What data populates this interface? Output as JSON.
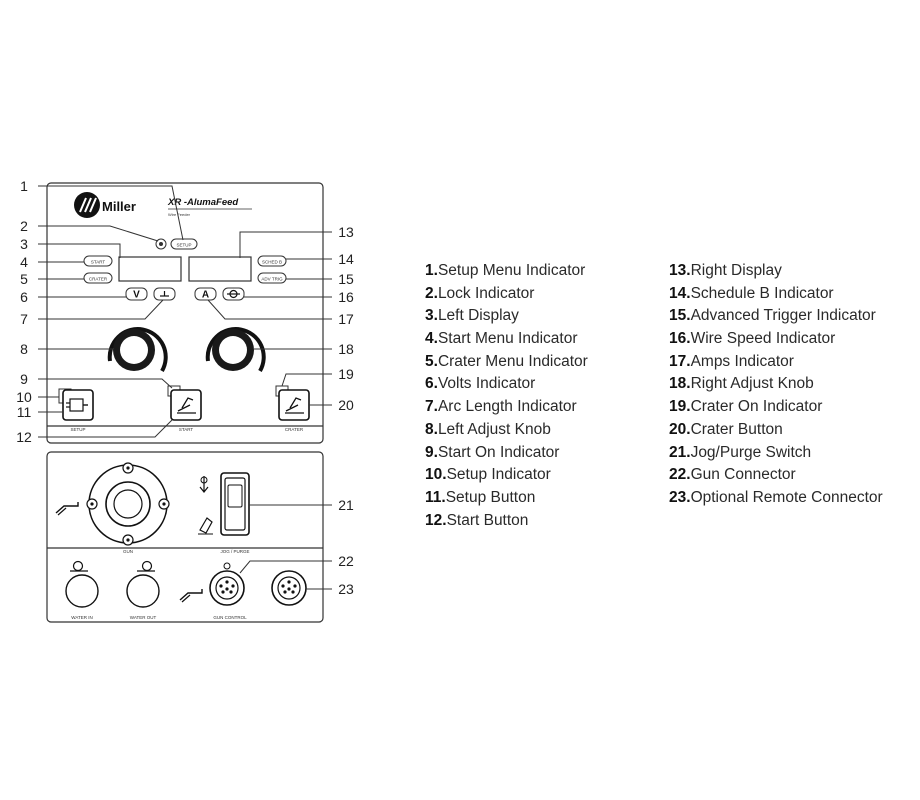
{
  "panel": {
    "logo_text": "Miller",
    "model_text": "XR -AlumaFeed",
    "model_sub": "Wire Feeder",
    "buttons": {
      "setup_tag": "SETUP",
      "start_tag": "START",
      "crater_tag": "CRATER",
      "sched_b_tag": "SCHED B",
      "adv_trig_tag": "ADV TRIG",
      "setup_label": "SETUP",
      "start_label": "START",
      "crater_label": "CRATER"
    },
    "lower": {
      "gun_label": "GUN",
      "jog_label": "JOG / PURGE",
      "water_in_label": "WATER IN",
      "water_out_label": "WATER OUT",
      "gun_control_label": "GUN CONTROL"
    }
  },
  "callouts": [
    "1",
    "2",
    "3",
    "4",
    "5",
    "6",
    "7",
    "8",
    "9",
    "10",
    "11",
    "12",
    "13",
    "14",
    "15",
    "16",
    "17",
    "18",
    "19",
    "20",
    "21",
    "22",
    "23"
  ],
  "legend": {
    "col1": [
      {
        "num": "1.",
        "label": "Setup Menu Indicator"
      },
      {
        "num": "2.",
        "label": "Lock Indicator"
      },
      {
        "num": "3.",
        "label": "Left Display"
      },
      {
        "num": "4.",
        "label": "Start Menu Indicator"
      },
      {
        "num": "5.",
        "label": "Crater Menu Indicator"
      },
      {
        "num": "6.",
        "label": "Volts Indicator"
      },
      {
        "num": "7.",
        "label": "Arc Length Indicator"
      },
      {
        "num": "8.",
        "label": "Left Adjust Knob"
      },
      {
        "num": "9.",
        "label": "Start On Indicator"
      },
      {
        "num": "10.",
        "label": "Setup Indicator"
      },
      {
        "num": "11.",
        "label": "Setup Button"
      },
      {
        "num": "12.",
        "label": "Start Button"
      }
    ],
    "col2": [
      {
        "num": "13.",
        "label": "Right Display"
      },
      {
        "num": "14.",
        "label": "Schedule B Indicator"
      },
      {
        "num": "15.",
        "label": "Advanced Trigger Indicator"
      },
      {
        "num": "16.",
        "label": "Wire Speed Indicator"
      },
      {
        "num": "17.",
        "label": "Amps Indicator"
      },
      {
        "num": "18.",
        "label": "Right Adjust Knob"
      },
      {
        "num": "19.",
        "label": "Crater On Indicator"
      },
      {
        "num": "20.",
        "label": "Crater Button"
      },
      {
        "num": "21.",
        "label": "Jog/Purge Switch"
      },
      {
        "num": "22.",
        "label": "Gun Connector"
      },
      {
        "num": "23.",
        "label": "Optional Remote Connector"
      }
    ]
  }
}
